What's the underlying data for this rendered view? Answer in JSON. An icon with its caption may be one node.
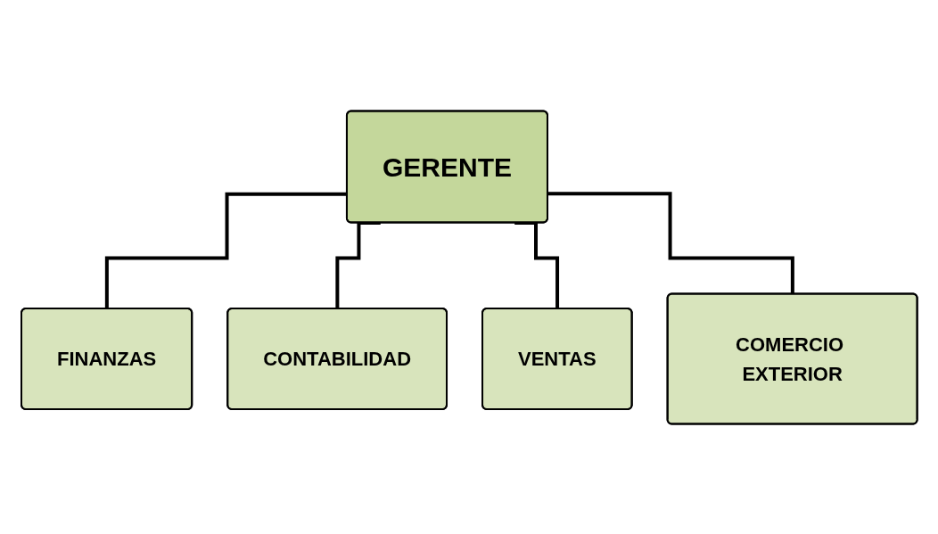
{
  "diagram": {
    "nodes": [
      {
        "text": [
          "GERENTE"
        ]
      },
      {
        "text": [
          "FINANZAS"
        ]
      },
      {
        "text": [
          "CONTABILIDAD"
        ]
      },
      {
        "text": [
          "VENTAS"
        ]
      },
      {
        "text": [
          "COMERCIO EXTERIOR"
        ]
      }
    ],
    "edges": [
      {
        "from": 0,
        "to": 1,
        "arrow": "none"
      },
      {
        "from": 0,
        "to": 2,
        "arrow": "none"
      },
      {
        "from": 0,
        "to": 3,
        "arrow": "none"
      },
      {
        "from": 0,
        "to": 4,
        "arrow": "none"
      }
    ]
  }
}
